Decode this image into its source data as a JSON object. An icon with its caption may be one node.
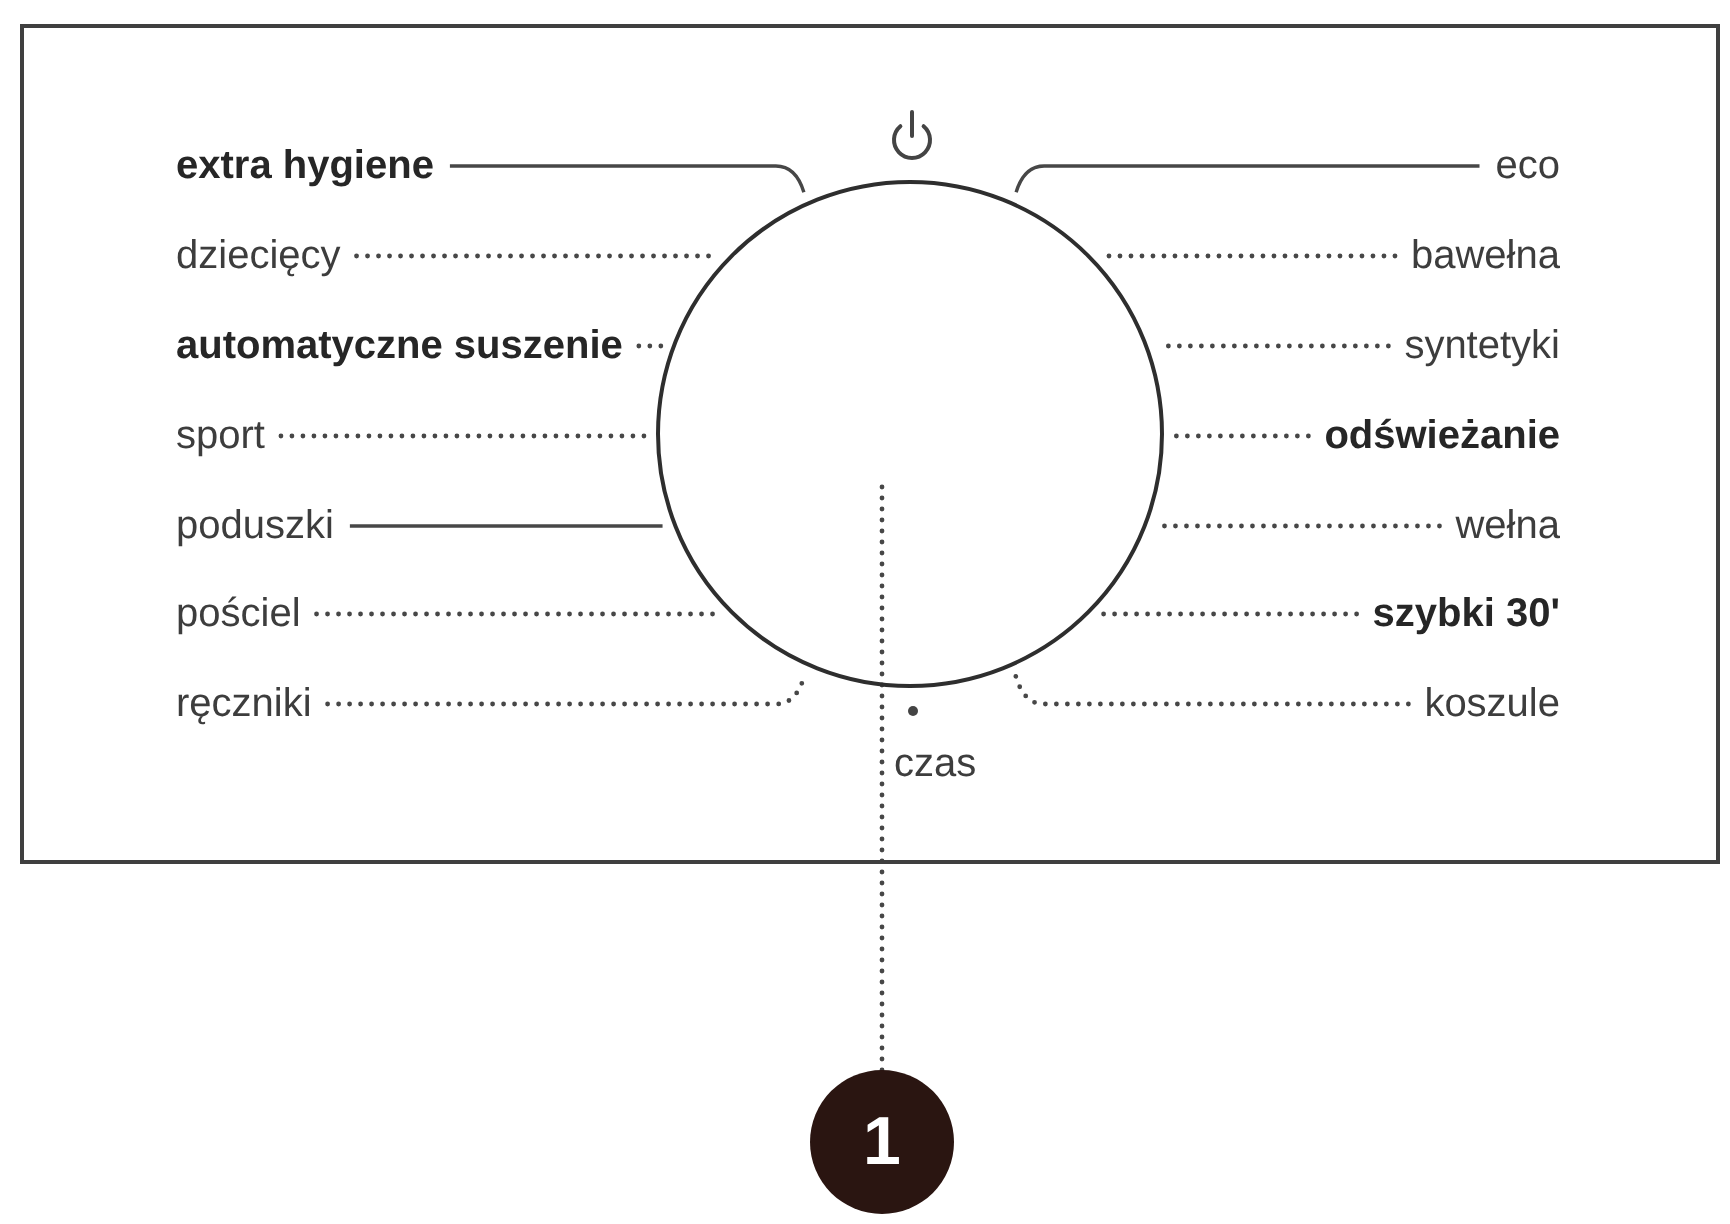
{
  "diagram": {
    "nodes": [
      {
        "text": [],
        "shape": "box"
      },
      {
        "text": [],
        "shape": "circle",
        "in": 0
      },
      {
        "text": [
          "extra hygiene"
        ],
        "in": 0
      },
      {
        "text": [
          "dziecięcy"
        ],
        "in": 0
      },
      {
        "text": [
          "automatyczne suszenie"
        ],
        "in": 0
      },
      {
        "text": [
          "sport"
        ],
        "in": 0
      },
      {
        "text": [
          "poduszki"
        ],
        "in": 0
      },
      {
        "text": [
          "pościel"
        ],
        "in": 0
      },
      {
        "text": [
          "ręczniki"
        ],
        "in": 0
      },
      {
        "text": [
          "eco"
        ],
        "in": 0
      },
      {
        "text": [
          "bawełna"
        ],
        "in": 0
      },
      {
        "text": [
          "syntetyki"
        ],
        "in": 0
      },
      {
        "text": [
          "odświeżanie"
        ],
        "in": 0
      },
      {
        "text": [
          "wełna"
        ],
        "in": 0
      },
      {
        "text": [
          "szybki 30'"
        ],
        "in": 0
      },
      {
        "text": [
          "koszule"
        ],
        "in": 0
      },
      {
        "text": [
          "1"
        ]
      }
    ],
    "edges": [
      {
        "from": 2,
        "to": 1,
        "arrow": "none"
      },
      {
        "from": 3,
        "to": 1,
        "arrow": "none",
        "style": "dashed"
      },
      {
        "from": 4,
        "to": 1,
        "arrow": "none",
        "style": "dashed"
      },
      {
        "from": 5,
        "to": 1,
        "arrow": "none",
        "style": "dashed"
      },
      {
        "from": 6,
        "to": 1,
        "arrow": "none"
      },
      {
        "from": 7,
        "to": 1,
        "arrow": "none",
        "style": "dashed"
      },
      {
        "from": 8,
        "to": 1,
        "arrow": "none",
        "style": "dashed"
      },
      {
        "from": 9,
        "to": 1,
        "arrow": "none"
      },
      {
        "from": 10,
        "to": 1,
        "arrow": "none",
        "style": "dashed"
      },
      {
        "from": 11,
        "to": 1,
        "arrow": "none",
        "style": "dashed"
      },
      {
        "from": 12,
        "to": 1,
        "arrow": "none",
        "style": "dashed"
      },
      {
        "from": 13,
        "to": 1,
        "arrow": "none",
        "style": "dashed"
      },
      {
        "from": 14,
        "to": 1,
        "arrow": "none",
        "style": "dashed"
      },
      {
        "from": 15,
        "to": 1,
        "arrow": "none",
        "style": "dashed"
      },
      {
        "from": 16,
        "to": 1,
        "arrow": "none",
        "style": "dashed"
      }
    ],
    "labels": [
      "czas"
    ]
  }
}
